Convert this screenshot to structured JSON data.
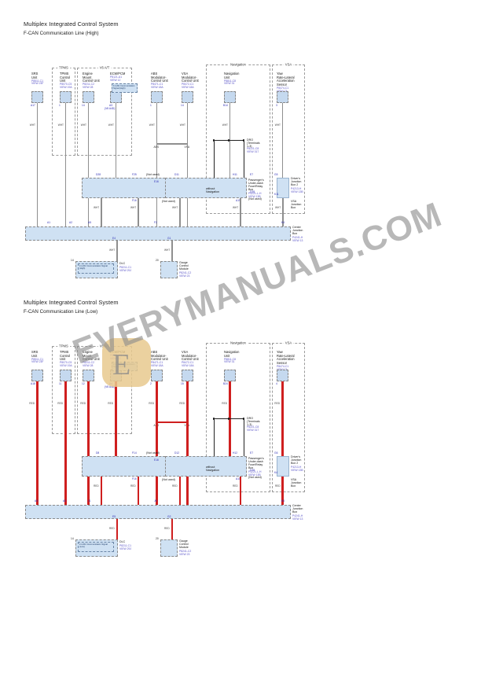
{
  "document": {
    "watermark": "EVERYMANUALS.COM",
    "watermark_logo": "logo-badge-e"
  },
  "diagrams": [
    {
      "id": "fcan-high",
      "title": "Multiplex Integrated Control System",
      "subtitle": "F-CAN Communication Line (High)",
      "groups": [
        {
          "label": "TPMS"
        },
        {
          "label": "V6 A/T"
        },
        {
          "label": "Navigation"
        },
        {
          "label": "VSA"
        }
      ],
      "components": [
        {
          "name": "SRS\nUnit",
          "part": "P8511-C1\nVIEW 23F",
          "pin": "A17"
        },
        {
          "name": "TPMS\nControl\nUnit",
          "part": "P8070-C5\nVIEW 19A",
          "pin": "1"
        },
        {
          "name": "Engine\nMount\nControl Unit",
          "part": "P8211-C2\nVIEW 28",
          "pin": "14"
        },
        {
          "name": "ECM/PCM",
          "part": "P8121-A1\nVIEW 12",
          "pin": "A3",
          "pin2": "(V6 A4D)",
          "innernote": "F-CAN\nCommunication\nSignal (High)"
        },
        {
          "name": "ABS\nModulator-\nControl Unit",
          "part": "P8471-C1\nVIEW 18A",
          "pin": "1"
        },
        {
          "name": "VSA\nModulator-\nControl Unit",
          "part": "P8472-C1\nVIEW 18A",
          "pin": "14"
        },
        {
          "name": "Navigation\nUnit",
          "part": "P8811-C8\nVIEW 31",
          "pin": "B14"
        },
        {
          "name": "Yaw\nRate-Lateral\nAcceleration\nSensor",
          "part": "P8474-C1\nVIEW 7A",
          "pin": "3"
        }
      ],
      "boxes": [
        {
          "label": "Driver's\nUnder-dash\nFuse/Relay\nBox",
          "part": "P4211-L-H\nVIEW 13B"
        },
        {
          "label": "Passenger's\nUnder-dash\nFuse/Relay\nBox",
          "part": "P4221-L-H\nVIEW 13B"
        },
        {
          "label": "Driver's\nJunction\nBox 2",
          "part": "P4213-H\nVIEW 13B"
        },
        {
          "label": "VSA\nJunction\nBox",
          "part": ""
        },
        {
          "label": "Center\nJunction\nBox",
          "part": "P4241-H\nVIEW 13"
        }
      ],
      "branch_labels": [
        "ABS",
        "VSA"
      ],
      "node_label": {
        "text": "DRO\n(Terminals\n1-3)",
        "part": "P8221-C8\nVIEW 317"
      },
      "annotations": [
        "(Not used)",
        "(Not used)",
        "(Not used)",
        "without\nNavigation"
      ],
      "bottom_modules": [
        {
          "label": "DLC",
          "part": "P8211-C1\nVIEW 29J",
          "inner": "F-CAN\nCommunication\nSignal (High)",
          "pin": "14"
        },
        {
          "label": "Gauge\nControl\nModule",
          "part": "P8241-C2\nVIEW 23",
          "pin": "20"
        }
      ]
    },
    {
      "id": "fcan-low",
      "title": "Multiplex Integrated Control System",
      "subtitle": "F-CAN Communication Line (Low)",
      "groups": [
        {
          "label": "TPMS"
        },
        {
          "label": "V6 A/T"
        },
        {
          "label": "Navigation"
        },
        {
          "label": "VSA"
        }
      ],
      "components": [
        {
          "name": "SRS\nUnit",
          "part": "P8511-C1\nVIEW 23F",
          "pin": "A18"
        },
        {
          "name": "TPMS\nControl\nUnit",
          "part": "P8070-C5\nVIEW 19A",
          "pin": "11"
        },
        {
          "name": "Engine\nMount\nControl Unit",
          "part": "P8211-C2\nVIEW 28",
          "pin": "12"
        },
        {
          "name": "ECM/PCM",
          "part": "P8121-A1\nVIEW 12",
          "pin": "A4",
          "pin2": "(V6 A4D)",
          "innernote": "F-CAN\nCommunication\nSignal (Low)"
        },
        {
          "name": "ABS\nModulator-\nControl Unit",
          "part": "P8471-C1\nVIEW 18A",
          "pin": "2"
        },
        {
          "name": "VSA\nModulator-\nControl Unit",
          "part": "P8472-C1\nVIEW 18A",
          "pin": "15"
        },
        {
          "name": "Navigation\nUnit",
          "part": "P8811-C8\nVIEW 31",
          "pin": "B24"
        },
        {
          "name": "Yaw\nRate-Lateral\nAcceleration\nSensor",
          "part": "P8474-C1\nVIEW 7A",
          "pin": "4"
        }
      ],
      "boxes": [
        {
          "label": "Driver's\nUnder-dash\nFuse/Relay\nBox",
          "part": "P4211-L-H\nVIEW 13B"
        },
        {
          "label": "Passenger's\nUnder-dash\nFuse/Relay\nBox",
          "part": "P4221-L-H\nVIEW 13B"
        },
        {
          "label": "Driver's\nJunction\nBox 2",
          "part": "P4213-H\nVIEW 13B"
        },
        {
          "label": "VSA\nJunction\nBox",
          "part": ""
        },
        {
          "label": "Center\nJunction\nBox",
          "part": "P4241-H\nVIEW 13"
        }
      ],
      "branch_labels": [
        "ABS",
        "VSA"
      ],
      "node_label": {
        "text": "DRO\n(Terminals\n1-3)",
        "part": "P8221-C8\nVIEW 317"
      },
      "annotations": [
        "(Not used)",
        "(Not used)",
        "(Not used)",
        "without\nNavigation"
      ],
      "bottom_modules": [
        {
          "label": "DLC",
          "part": "P8211-C1\nVIEW 29J",
          "inner": "F-CAN\nCommunication\nSignal (Low)",
          "pin": "14"
        },
        {
          "label": "Gauge\nControl\nModule",
          "part": "P8241-C2\nVIEW 23",
          "pin": "20"
        }
      ]
    }
  ],
  "wire_colors": {
    "high": "#8f8f8f",
    "low": "#cf1f1f",
    "black": "#222222"
  }
}
